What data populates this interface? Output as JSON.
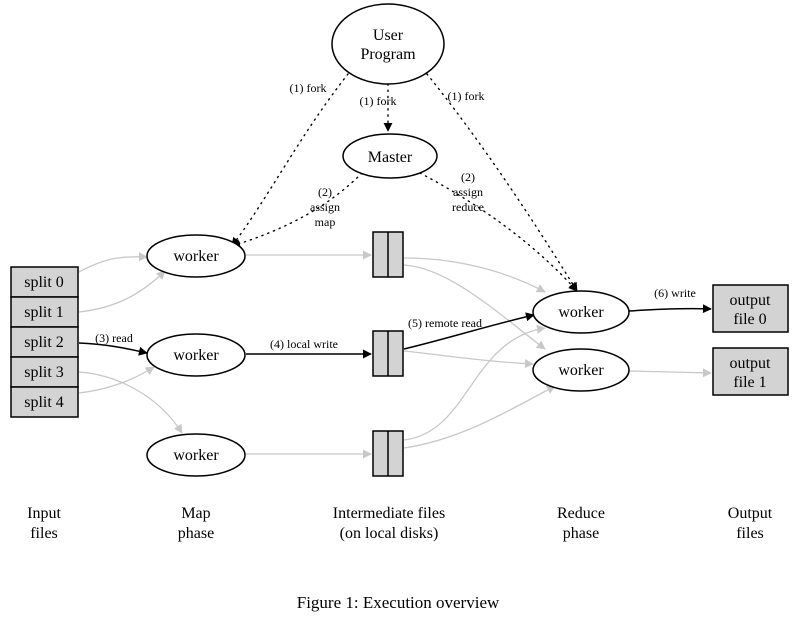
{
  "user_program": {
    "line1": "User",
    "line2": "Program"
  },
  "master": "Master",
  "workers": {
    "map1": "worker",
    "map2": "worker",
    "map3": "worker",
    "reduce1": "worker",
    "reduce2": "worker"
  },
  "splits": [
    "split 0",
    "split 1",
    "split 2",
    "split 3",
    "split 4"
  ],
  "outputs": [
    {
      "line1": "output",
      "line2": "file 0"
    },
    {
      "line1": "output",
      "line2": "file 1"
    }
  ],
  "edge_labels": {
    "fork": "(1) fork",
    "assign_map": [
      "(2)",
      "assign",
      "map"
    ],
    "assign_reduce": [
      "(2)",
      "assign",
      "reduce"
    ],
    "read": "(3) read",
    "local_write": "(4) local write",
    "remote_read": "(5) remote read",
    "write": "(6) write"
  },
  "columns": {
    "input": [
      "Input",
      "files"
    ],
    "map": [
      "Map",
      "phase"
    ],
    "intermediate": [
      "Intermediate files",
      "(on local disks)"
    ],
    "reduce": [
      "Reduce",
      "phase"
    ],
    "output": [
      "Output",
      "files"
    ]
  },
  "caption": "Figure 1: Execution overview",
  "colors": {
    "box_fill": "#d3d3d3",
    "active_edge": "#000000",
    "inactive_edge": "#c8c8c8",
    "stroke": "#000000"
  }
}
